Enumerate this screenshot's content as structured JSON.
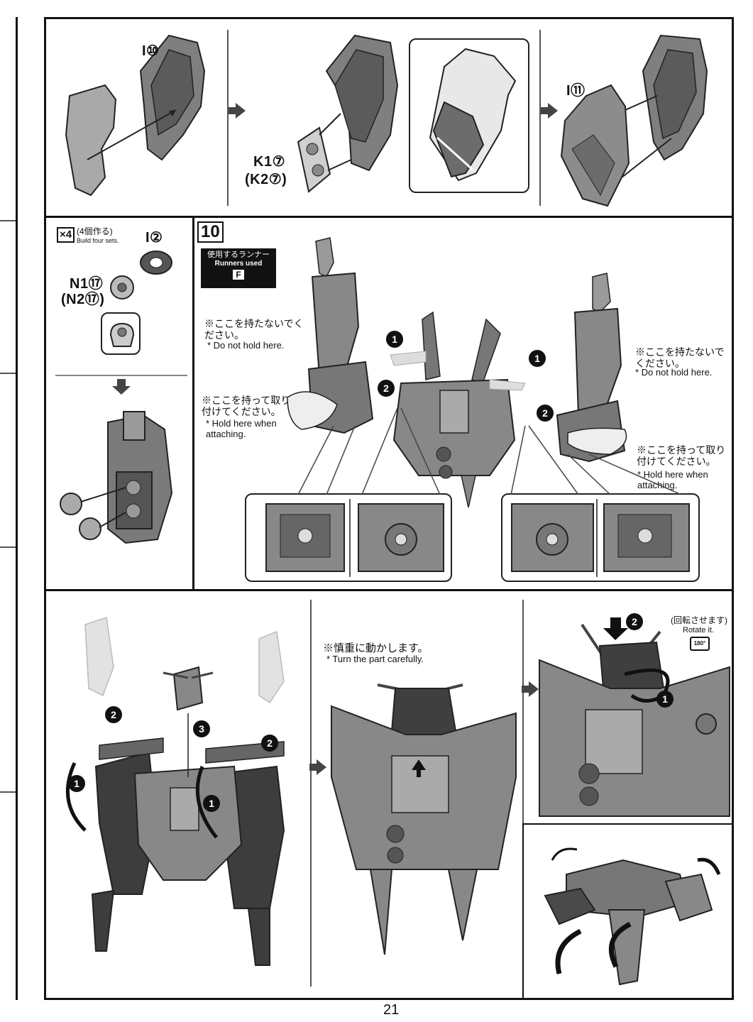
{
  "page_number": "21",
  "panel_top": {
    "part_i10": "I⑩",
    "part_k1": "K1⑦",
    "part_k2": "(K2⑦)",
    "part_i11": "I⑪"
  },
  "panel_side": {
    "qty": "×4",
    "qty_jp": "(4個作る)",
    "qty_en": "Build four sets.",
    "part_i2": "I②",
    "part_n1": "N1⑰",
    "part_n2": "(N2⑰)"
  },
  "step10": {
    "step_number": "10",
    "runners_jp": "使用するランナー",
    "runners_en": "Runners used",
    "runner_letter": "F",
    "note_nohold_left_jp": "※ここを持たないでください。",
    "note_nohold_left_en": "* Do not hold here.",
    "note_hold_left_jp": "※ここを持って取り付けてください。",
    "note_hold_left_en": "* Hold here when attaching.",
    "note_nohold_right_jp": "※ここを持たないでください。",
    "note_nohold_right_en": "* Do not hold here.",
    "note_hold_right_jp": "※ここを持って取り付けてください。",
    "note_hold_right_en": "* Hold here when attaching.",
    "marker_1": "1",
    "marker_2": "2"
  },
  "panel_bottom": {
    "note_careful_jp": "※慎重に動かします。",
    "note_careful_en": "* Turn the part carefully.",
    "rotate_jp": "(回転させます)",
    "rotate_en": "Rotate it.",
    "rotate_deg": "180°",
    "marker_1": "1",
    "marker_2": "2",
    "marker_3": "3"
  },
  "icons": [
    "step-arrow-icon",
    "down-arrow-icon",
    "rotate-icon",
    "hand-icon"
  ]
}
